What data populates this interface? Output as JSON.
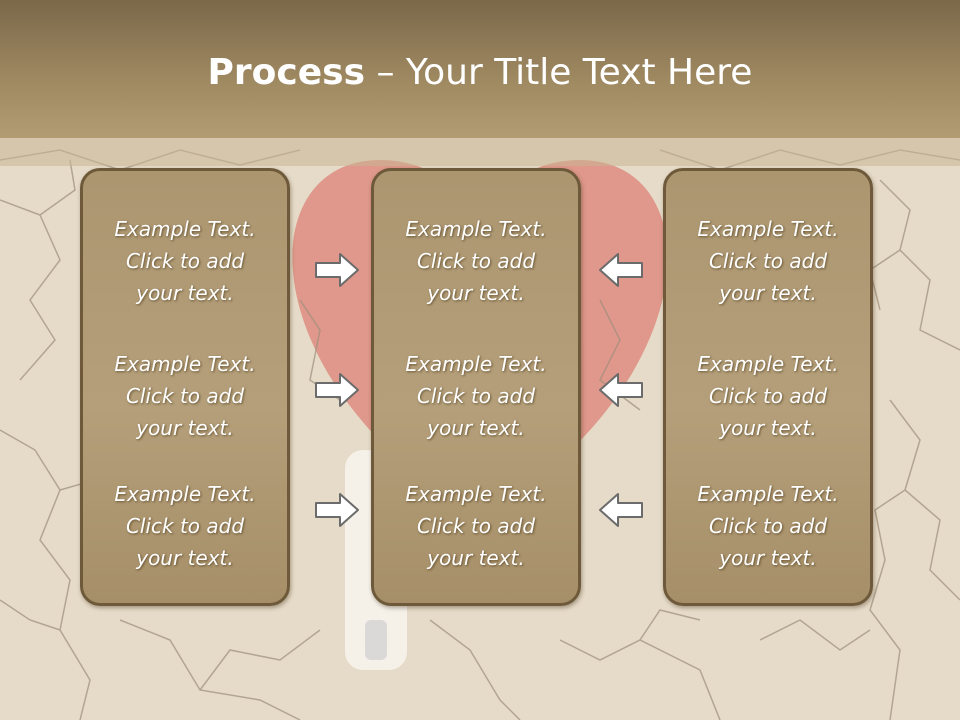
{
  "slide": {
    "title_bold": "Process",
    "title_rest": " – Your Title Text Here"
  },
  "columns": [
    {
      "items": [
        {
          "l1": "Example Text.",
          "l2": "Click  to add",
          "l3": "your text."
        },
        {
          "l1": "Example Text.",
          "l2": "Click  to add",
          "l3": "your text."
        },
        {
          "l1": "Example Text.",
          "l2": "Click  to add",
          "l3": "your text."
        }
      ]
    },
    {
      "items": [
        {
          "l1": "Example Text.",
          "l2": "Click  to add",
          "l3": "your text."
        },
        {
          "l1": "Example Text.",
          "l2": "Click  to add",
          "l3": "your text."
        },
        {
          "l1": "Example Text.",
          "l2": "Click  to add",
          "l3": "your text."
        }
      ]
    },
    {
      "items": [
        {
          "l1": "Example Text.",
          "l2": "Click  to add",
          "l3": "your text."
        },
        {
          "l1": "Example Text.",
          "l2": "Click  to add",
          "l3": "your text."
        },
        {
          "l1": "Example Text.",
          "l2": "Click  to add",
          "l3": "your text."
        }
      ]
    }
  ],
  "arrows": {
    "left_group_direction": "right",
    "right_group_direction": "left"
  },
  "icons": [
    "right-arrow-icon",
    "left-arrow-icon"
  ],
  "colors": {
    "title_bar": "#a08a62",
    "panel_fill": "#b09b75",
    "panel_border": "#6e5a3a",
    "text": "#ffffff",
    "heart": "#d9534f"
  }
}
